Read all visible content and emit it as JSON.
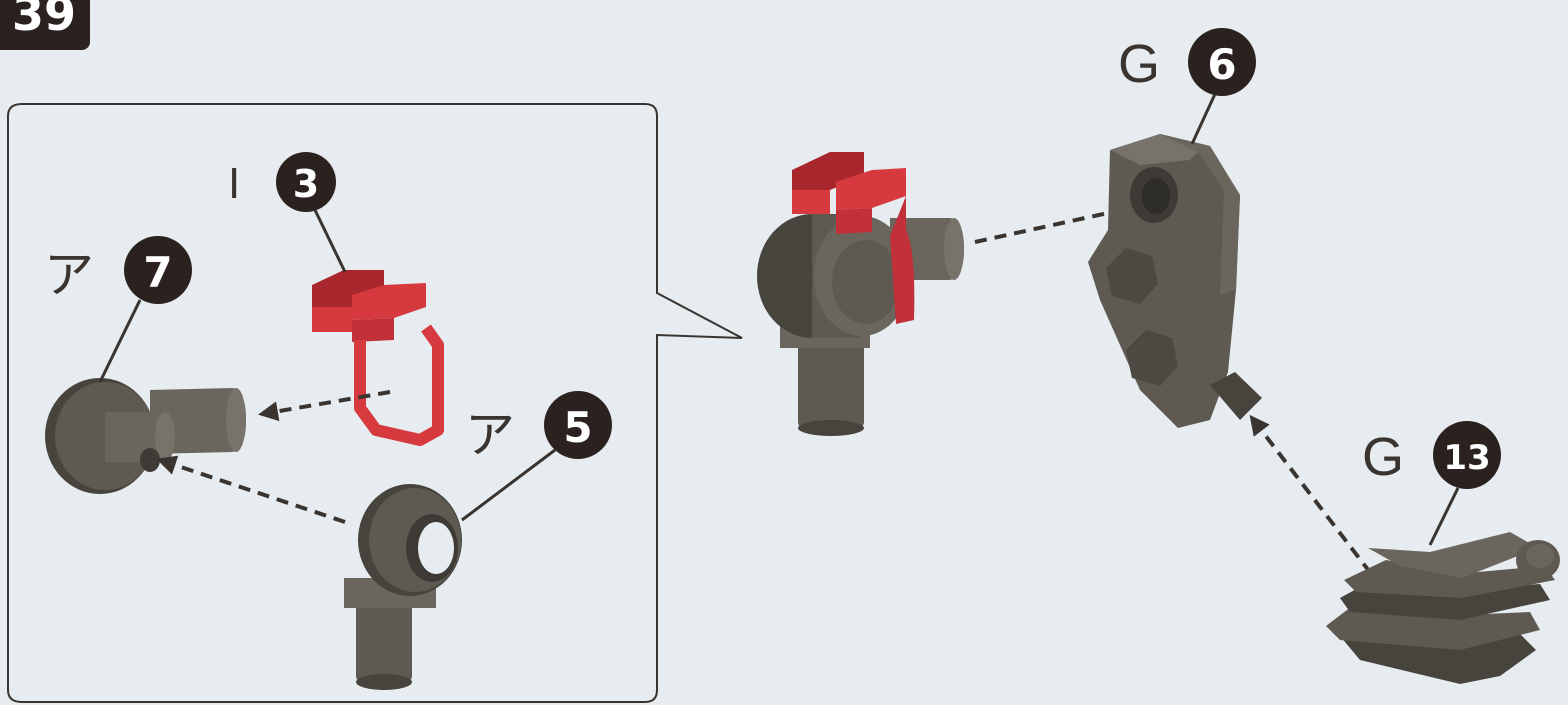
{
  "step_number": "39",
  "colors": {
    "background": "#e6ecef",
    "part_gray": "#5e5a52",
    "part_gray_dark": "#47443e",
    "part_gray_light": "#77736a",
    "part_red": "#d63a3f",
    "part_red_dark": "#a8262c",
    "badge": "#2b2220",
    "line": "#3a3430"
  },
  "inset_parts": {
    "part_a": {
      "runner": "I",
      "number": "3"
    },
    "part_b": {
      "runner": "ア",
      "number": "7"
    },
    "part_c": {
      "runner": "ア",
      "number": "5"
    }
  },
  "main_parts": {
    "part_d": {
      "runner": "G",
      "number": "6"
    },
    "part_e": {
      "runner": "G",
      "number": "13"
    }
  }
}
